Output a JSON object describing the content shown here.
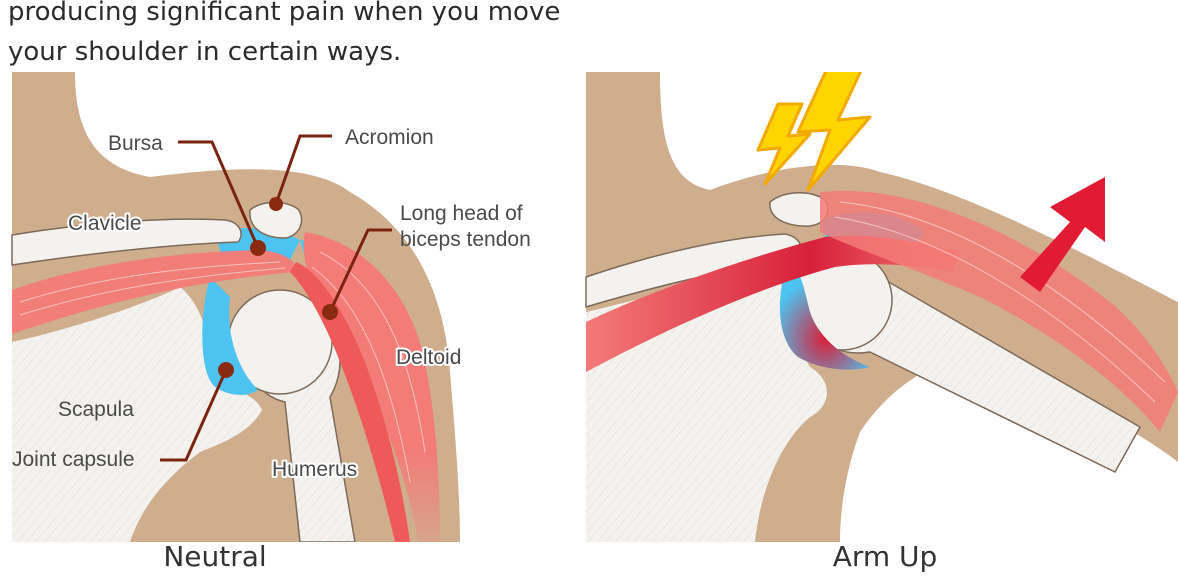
{
  "intro": {
    "line1": "producing significant pain when you move",
    "line2": "your shoulder in certain ways."
  },
  "panels": {
    "neutral": {
      "caption": "Neutral",
      "labels": {
        "bursa": "Bursa",
        "acromion": "Acromion",
        "clavicle": "Clavicle",
        "long_head_1": "Long head of",
        "long_head_2": "biceps tendon",
        "deltoid": "Deltoid",
        "scapula": "Scapula",
        "joint_capsule": "Joint capsule",
        "humerus": "Humerus"
      }
    },
    "arm_up": {
      "caption": "Arm Up"
    }
  },
  "colors": {
    "skin": "#cfae8e",
    "bone": "#f4f2ef",
    "muscle": "#f37b78",
    "bursa": "#4cc3f0",
    "inflamed": "#d8203a",
    "leader": "#7a2410",
    "lightning": "#ffd400",
    "arrow": "#e01b33"
  },
  "icons": [
    "lightning-bolt-icon",
    "arrow-up-icon"
  ]
}
